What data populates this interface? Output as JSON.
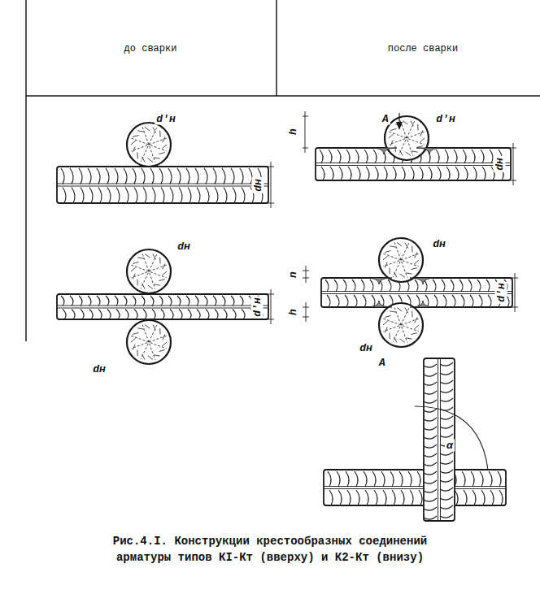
{
  "diagram": {
    "caption": "Рис.4.I. Конструкции крестообразных соединений арматуры типов КI-Кт (вверху) и К2-Кт (внизу)",
    "labels": [
      "до сварки",
      "после сварки",
      "d'н",
      "dн",
      "A",
      "d'н",
      "h",
      "dн",
      "dн",
      "d'н",
      "dн",
      "dн",
      "n",
      "h",
      "d'н",
      "dн",
      "A",
      "α"
    ]
  }
}
